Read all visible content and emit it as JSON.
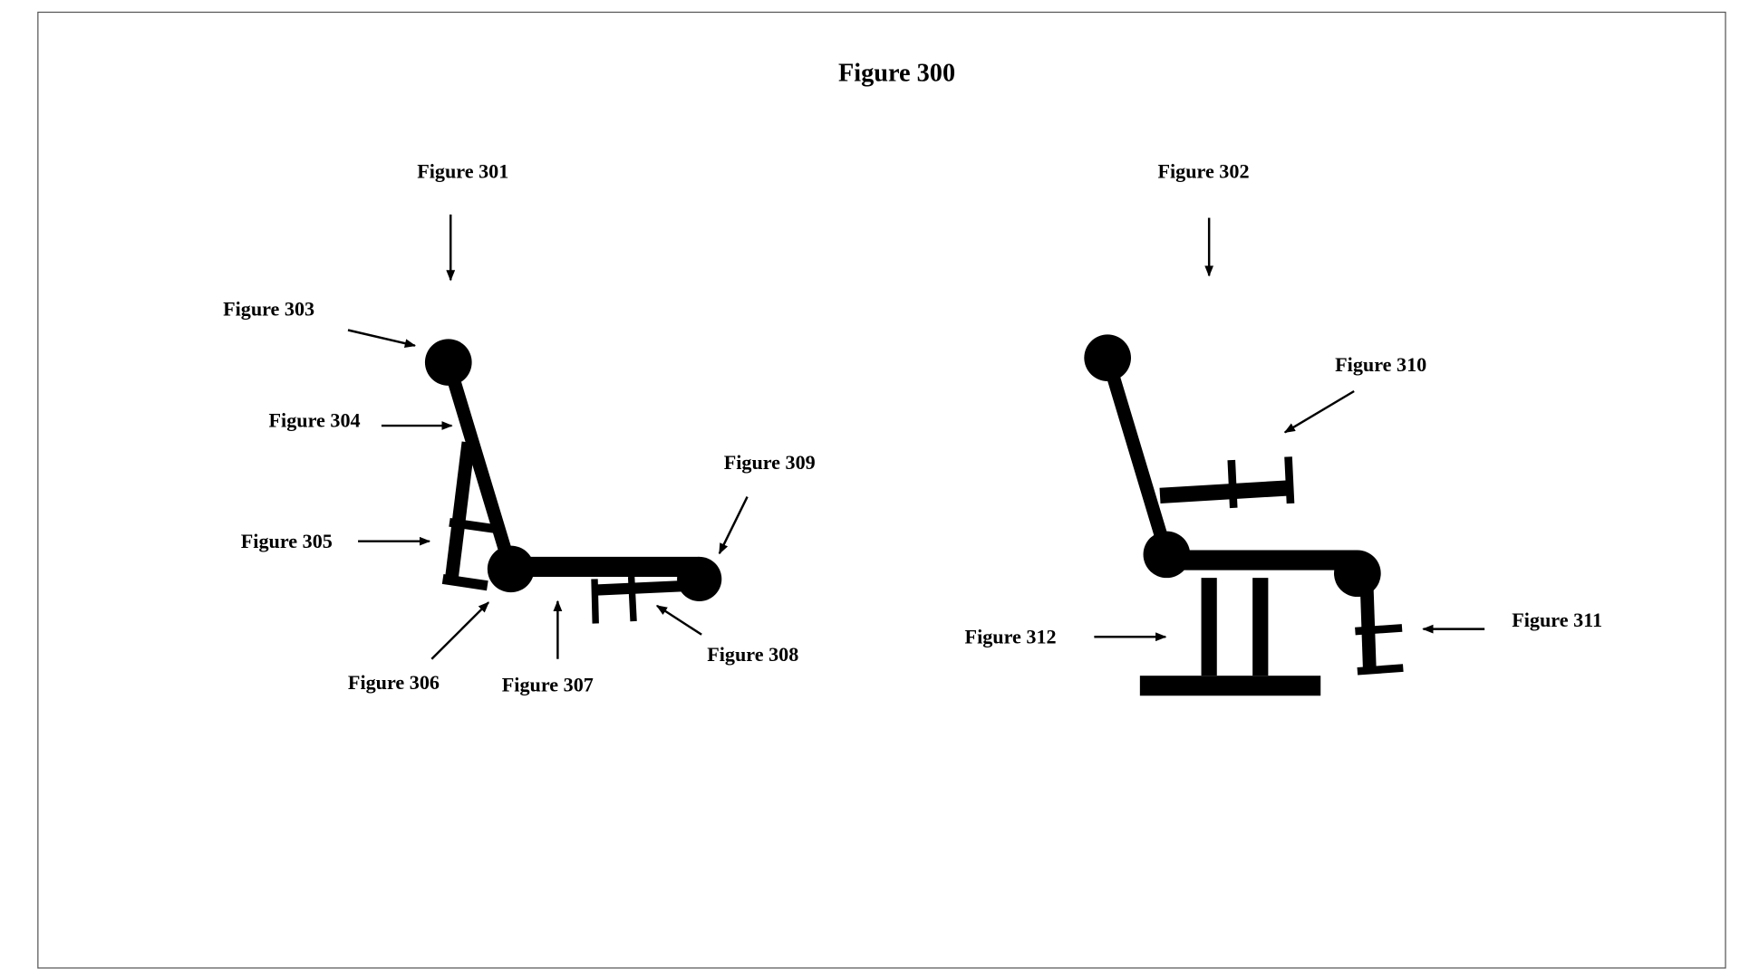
{
  "title": "Figure 300",
  "colors": {
    "ink": "#000000",
    "background": "#ffffff",
    "border": "#555555"
  },
  "left_figure": {
    "label": "Figure 301",
    "parts": [
      "Figure 303",
      "Figure 304",
      "Figure 305",
      "Figure 306",
      "Figure 307",
      "Figure 308",
      "Figure 309"
    ]
  },
  "right_figure": {
    "label": "Figure 302",
    "parts": [
      "Figure 310",
      "Figure 311",
      "Figure 312"
    ]
  }
}
